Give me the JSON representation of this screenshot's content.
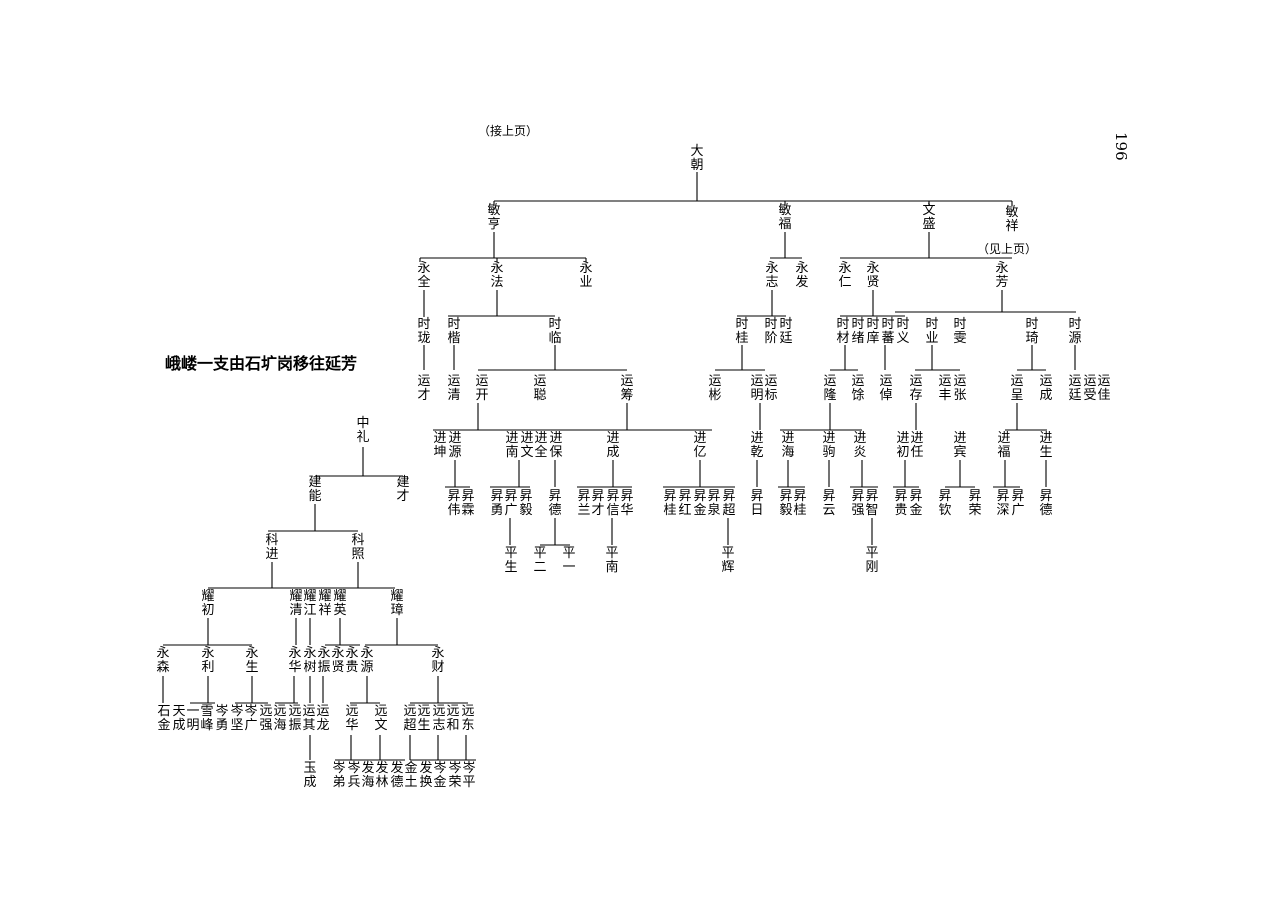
{
  "title": "峨嵝一支由石圹岗移往延芳",
  "page_number": "196",
  "notes": {
    "continued_from": "（接上页）",
    "see_above": "（见上页）"
  },
  "tree_a": {
    "root": "大\n朝",
    "g1": [
      "敏\n亨",
      "敏\n福",
      "文\n盛",
      "敏\n祥"
    ],
    "g2": [
      "永\n全",
      "永\n法",
      "永\n业",
      "永\n志",
      "永\n发",
      "永\n仁",
      "永\n贤",
      "永\n芳"
    ],
    "g3": [
      "时\n珑",
      "时\n楷",
      "时\n临",
      "时\n桂",
      "时\n阶",
      "时\n廷",
      "时\n材",
      "时\n绪",
      "时\n庠",
      "时\n蕃",
      "时\n义",
      "时\n业",
      "时\n雯",
      "时\n琦",
      "时\n源"
    ],
    "g4": [
      "运\n才",
      "运\n清",
      "运\n开",
      "运\n聪",
      "运\n筹",
      "运\n彬",
      "运\n明",
      "运\n标",
      "运\n隆",
      "运\n馀",
      "运\n倬",
      "运\n存",
      "运\n丰",
      "运\n张",
      "运\n呈",
      "运\n成",
      "运\n廷",
      "运\n受",
      "运\n佳"
    ],
    "g5": [
      "进\n坤",
      "进\n源",
      "进\n南",
      "进\n文",
      "进\n全",
      "进\n保",
      "进\n成",
      "进\n亿",
      "进\n乾",
      "进\n海",
      "进\n驹",
      "进\n炎",
      "进\n初",
      "进\n任",
      "进\n宾",
      "进\n福",
      "进\n生"
    ],
    "g6": [
      "昇\n伟",
      "昇\n霖",
      "昇\n勇",
      "昇\n广",
      "昇\n毅",
      "昇\n德",
      "昇\n兰",
      "昇\n才",
      "昇\n信",
      "昇\n华",
      "昇\n桂",
      "昇\n红",
      "昇\n金",
      "昇\n泉",
      "昇\n超",
      "昇\n日",
      "昇\n毅",
      "昇\n桂",
      "昇\n云",
      "昇\n强",
      "昇\n智",
      "昇\n贵",
      "昇\n金",
      "昇\n钦",
      "昇\n荣",
      "昇\n深",
      "昇\n广",
      "昇\n德"
    ],
    "g7": [
      "平\n生",
      "平\n二",
      "平\n一",
      "平\n南",
      "平\n辉",
      "平\n刚"
    ]
  },
  "tree_b": {
    "root": "中\n礼",
    "g1": [
      "建\n能",
      "建\n才"
    ],
    "g2": [
      "科\n进",
      "科\n照"
    ],
    "g3": [
      "耀\n初",
      "耀\n清",
      "耀\n江",
      "耀\n祥",
      "耀\n英",
      "耀\n璋"
    ],
    "g4": [
      "永\n森",
      "永\n利",
      "永\n生",
      "永\n华",
      "永\n树",
      "永\n振",
      "永\n贤",
      "永\n贵",
      "永\n源",
      "永\n财"
    ],
    "g5": [
      "石\n金",
      "天\n成",
      "一\n明",
      "雪\n峰",
      "岑\n勇",
      "岑\n坚",
      "岑\n广",
      "远\n强",
      "远\n海",
      "远\n振",
      "运\n其",
      "运\n龙",
      "远\n华",
      "远\n文",
      "远\n超",
      "远\n生",
      "远\n志",
      "远\n和",
      "远\n东"
    ],
    "g6": [
      "玉\n成",
      "岑\n弟",
      "岑\n兵",
      "发\n海",
      "发\n林",
      "发\n德",
      "金\n土",
      "发\n换",
      "岑\n金",
      "岑\n荣",
      "岑\n平"
    ]
  }
}
